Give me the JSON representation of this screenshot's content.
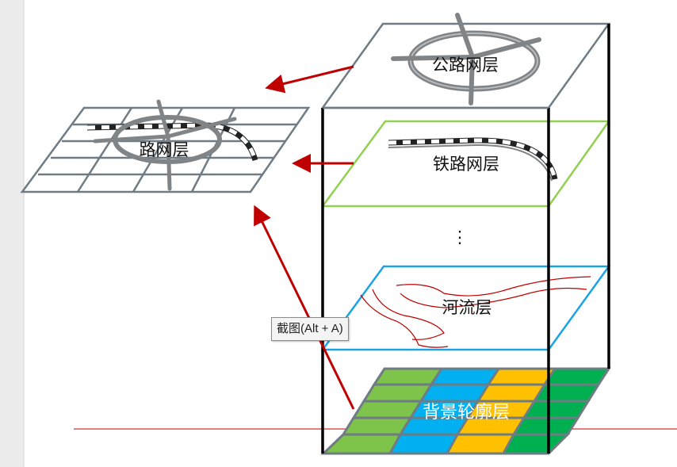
{
  "layers": {
    "road": "公路网层",
    "rail": "铁路网层",
    "ellipsis": "⋮",
    "river": "河流层",
    "background": "背景轮廓层"
  },
  "result": {
    "label": "路网层"
  },
  "tooltip": {
    "text": "截图(Alt + A)"
  },
  "colors": {
    "grid_line": "#6f7b85",
    "road": "#808487",
    "rail_plane": "#92d050",
    "river_plane": "#1aa3e6",
    "river_line": "#c00000",
    "arrow": "#c00000",
    "green_light": "#7ec34a",
    "blue": "#00b0f0",
    "yellow": "#ffc000",
    "green_dark": "#00b050"
  }
}
